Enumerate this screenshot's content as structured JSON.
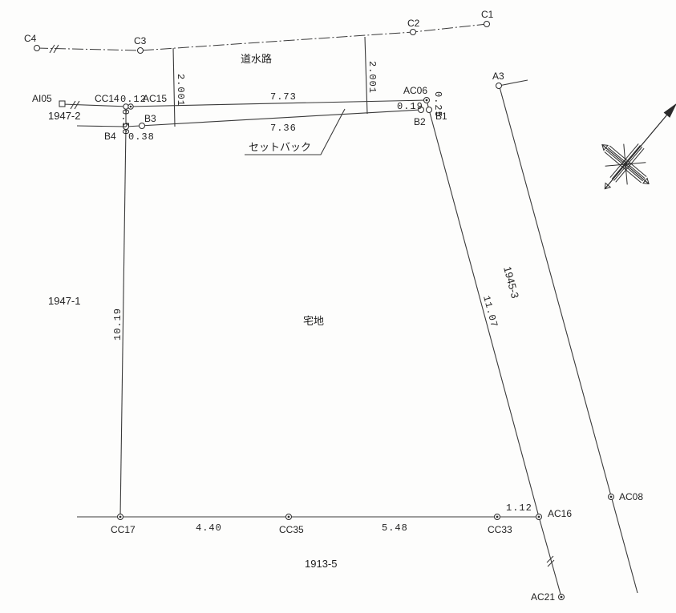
{
  "labels": {
    "road": "道水路",
    "setback": "セットバック",
    "parcel": "宅地",
    "west": "1947-1",
    "northwest": "1947-2",
    "east": "1945-3",
    "south": "1913-5"
  },
  "points": {
    "c1": "C1",
    "c2": "C2",
    "c3": "C3",
    "c4": "C4",
    "a3": "A3",
    "ai05": "AI05",
    "cc14": "CC14",
    "ac15": "AC15",
    "ac06": "AC06",
    "b1": "B1",
    "b2": "B2",
    "b3": "B3",
    "b4": "B4",
    "cc17": "CC17",
    "cc35": "CC35",
    "cc33": "CC33",
    "ac16": "AC16",
    "ac08": "AC08",
    "ac21": "AC21"
  },
  "dimensions": {
    "north_top": "7.73",
    "north_bottom": "7.36",
    "road_width_left": "2.001",
    "road_width_right": "2.001",
    "west_side": "10.19",
    "east_side": "11.07",
    "south_left": "4.40",
    "south_right": "5.48",
    "south_corner": "1.12",
    "cc14_ac15": "0.12",
    "cc14_b4": "0.50",
    "b4_b3": "0.38",
    "ac06_b1": "0.25",
    "ac06_b2": "0.19"
  }
}
